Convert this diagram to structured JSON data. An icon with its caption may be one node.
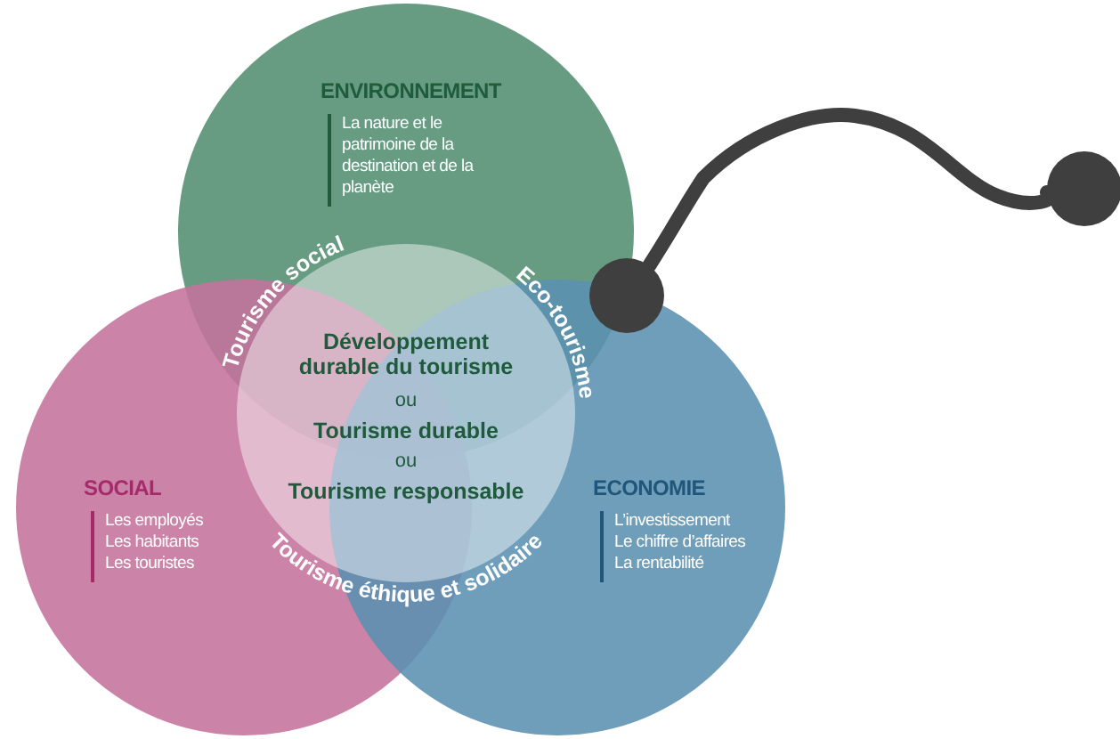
{
  "diagram": {
    "nodes": [
      {
        "text": [
          "ENVIRONNEMENT",
          "La nature et le patrimoine de la destination et de la planète"
        ]
      },
      {
        "text": [
          "SOCIAL",
          "Les employés",
          "Les habitants",
          "Les touristes"
        ]
      },
      {
        "text": [
          "ECONOMIE",
          "L’investissement",
          "Le chiffre d’affaires",
          "La rentabilité"
        ]
      },
      {
        "text": [
          "Développement durable du tourisme",
          "ou",
          "Tourisme durable",
          "ou",
          "Tourisme responsable"
        ]
      },
      {
        "text": [],
        "shape": "circle"
      },
      {
        "text": [],
        "shape": "circle"
      }
    ],
    "edges": [
      {
        "from": 4,
        "to": 5,
        "arrow": "none"
      }
    ],
    "labels": [
      "Tourisme social",
      "Eco-tourisme",
      "Tourisme éthique et solidaire"
    ]
  }
}
